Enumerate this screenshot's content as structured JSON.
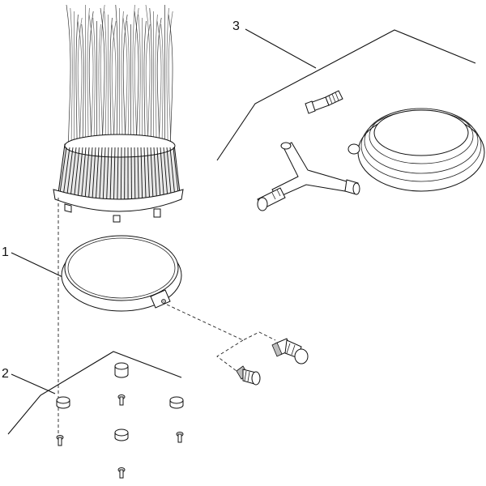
{
  "callouts": [
    {
      "id": "1",
      "label": "1"
    },
    {
      "id": "2",
      "label": "2"
    },
    {
      "id": "3",
      "label": "3"
    }
  ],
  "parts": {
    "brush_filter": "brush-filter",
    "clamp_ring": "clamp-ring",
    "hose_fittings": "hose-fittings",
    "base_plate": "base-plate",
    "accessory_kit": "accessory-kit"
  }
}
